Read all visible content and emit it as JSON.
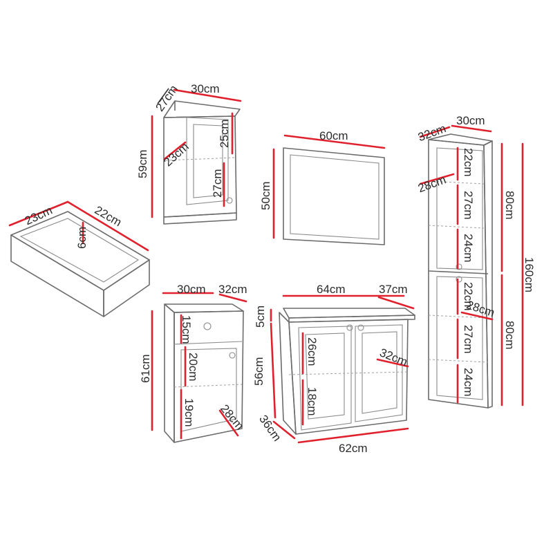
{
  "labels": {
    "top_cab_depth": "27cm",
    "top_cab_width": "30cm",
    "top_cab_height": "59cm",
    "top_cab_shelf_depth": "23cm",
    "top_cab_upper": "25cm",
    "top_cab_lower": "27cm",
    "mirror_width": "60cm",
    "mirror_height": "50cm",
    "drawer_depth": "23cm",
    "drawer_width": "22cm",
    "drawer_height": "6cm",
    "small_cab_width": "30cm",
    "small_cab_depth": "32cm",
    "small_cab_height": "61cm",
    "small_cab_drawer": "15cm",
    "small_cab_mid": "20cm",
    "small_cab_low": "19cm",
    "small_cab_shelf": "28cm",
    "vanity_width": "64cm",
    "vanity_depth": "37cm",
    "vanity_top": "5cm",
    "vanity_height": "56cm",
    "vanity_upper": "26cm",
    "vanity_lower": "18cm",
    "vanity_shelf": "32cm",
    "vanity_base_depth": "36cm",
    "vanity_base_width": "62cm",
    "tall_depth": "32cm",
    "tall_width": "30cm",
    "tall_shelf_depth": "28cm",
    "tall_s1": "22cm",
    "tall_s2": "27cm",
    "tall_s3": "24cm",
    "tall_upper": "80cm",
    "tall_total": "160cm",
    "tall_s4": "22cm",
    "tall_shelf_depth_2": "28cm",
    "tall_s5": "27cm",
    "tall_lower": "80cm",
    "tall_s6": "24cm"
  },
  "colors": {
    "dimension_accent": "#e0202c",
    "outline": "#6b6b6b"
  }
}
